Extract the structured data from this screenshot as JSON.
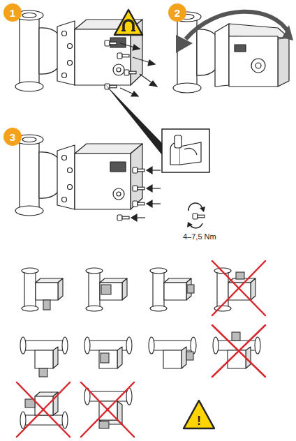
{
  "diagram": {
    "nodes": [
      {
        "text": [
          "1"
        ]
      },
      {
        "text": [
          "2"
        ]
      },
      {
        "text": [
          "3"
        ]
      }
    ],
    "labels": [
      "4–7,5 Nm",
      "!"
    ]
  }
}
